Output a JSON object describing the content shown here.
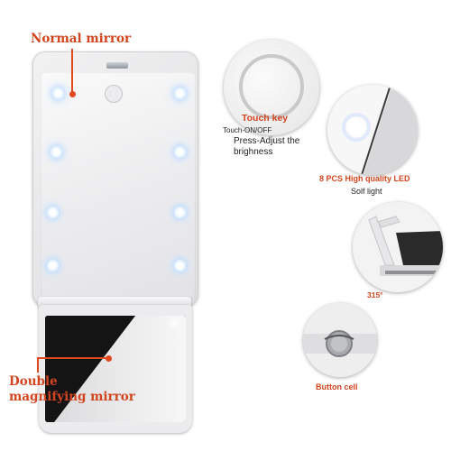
{
  "labels": {
    "normal_mirror": "Normal mirror",
    "touch_key_title": "Touch key",
    "touch_on_off": "Touch-ON/OFF",
    "press_adjust_line1": "Press-Adjust the",
    "press_adjust_line2": "brighness",
    "led_title": "8 PCS High quality LED",
    "led_sub": "Solf light",
    "angle": "315°",
    "button_cell": "Button cell",
    "double_line1": "Double",
    "double_line2": "magnifying mirror"
  },
  "colors": {
    "accent": "#d3451f",
    "mirror_body": "#e8e8ea",
    "magnifier_glass": "#151515",
    "led_glow": "#dcebff"
  }
}
